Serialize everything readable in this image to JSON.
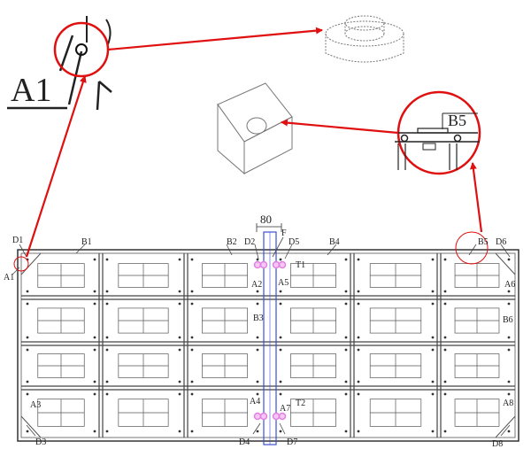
{
  "callouts": {
    "a1_big": "A1",
    "b5_big": "B5",
    "dimension": "80"
  },
  "labels": {
    "D1": "D1",
    "B1": "B1",
    "B2": "B2",
    "D2": "D2",
    "F": "F",
    "D5": "D5",
    "B4": "B4",
    "B5": "B5",
    "D6": "D6",
    "A1": "A1",
    "A2": "A2",
    "A5": "A5",
    "T1": "T1",
    "A6": "A6",
    "B3": "B3",
    "B6": "B6",
    "A3": "A3",
    "A4": "A4",
    "A7": "A7",
    "T2": "T2",
    "A8": "A8",
    "D3": "D3",
    "D4": "D4",
    "D7": "D7",
    "D8": "D8"
  },
  "colors": {
    "arrow": "#e01010",
    "highlight_circle": "#e01010",
    "bolt_highlight": "#e080e0",
    "center_strip": "#3a4fd0",
    "drawing": "#333333"
  }
}
